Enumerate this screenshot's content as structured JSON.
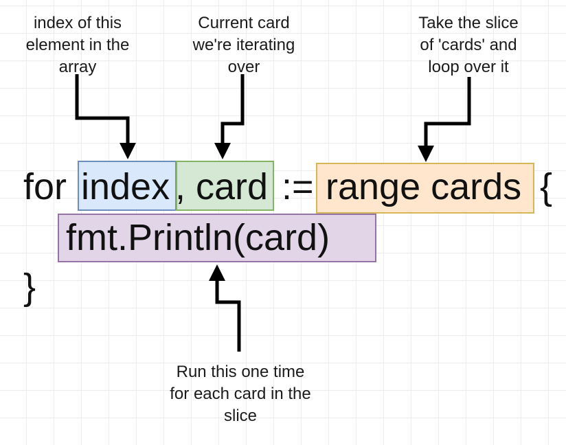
{
  "annotations": {
    "index": "index of this\nelement in the\narray",
    "card": "Current card\nwe're iterating\nover",
    "range": "Take the slice\nof 'cards' and\nloop over it",
    "body": "Run this one time\nfor each card in the\nslice"
  },
  "code": {
    "for_keyword": "for",
    "index_var": "index",
    "card_var": ", card",
    "assign_op": ":=",
    "range_expr": "range cards",
    "open_brace": "{",
    "body_stmt": "fmt.Println(card)",
    "close_brace": "}"
  },
  "colors": {
    "index_fill": "#dae8fc",
    "index_stroke": "#6c8ebf",
    "card_fill": "#d5e8d4",
    "card_stroke": "#82b366",
    "range_fill": "#ffe6cc",
    "range_stroke": "#d6b656",
    "body_fill": "#e1d5e7",
    "body_stroke": "#9673a6"
  }
}
